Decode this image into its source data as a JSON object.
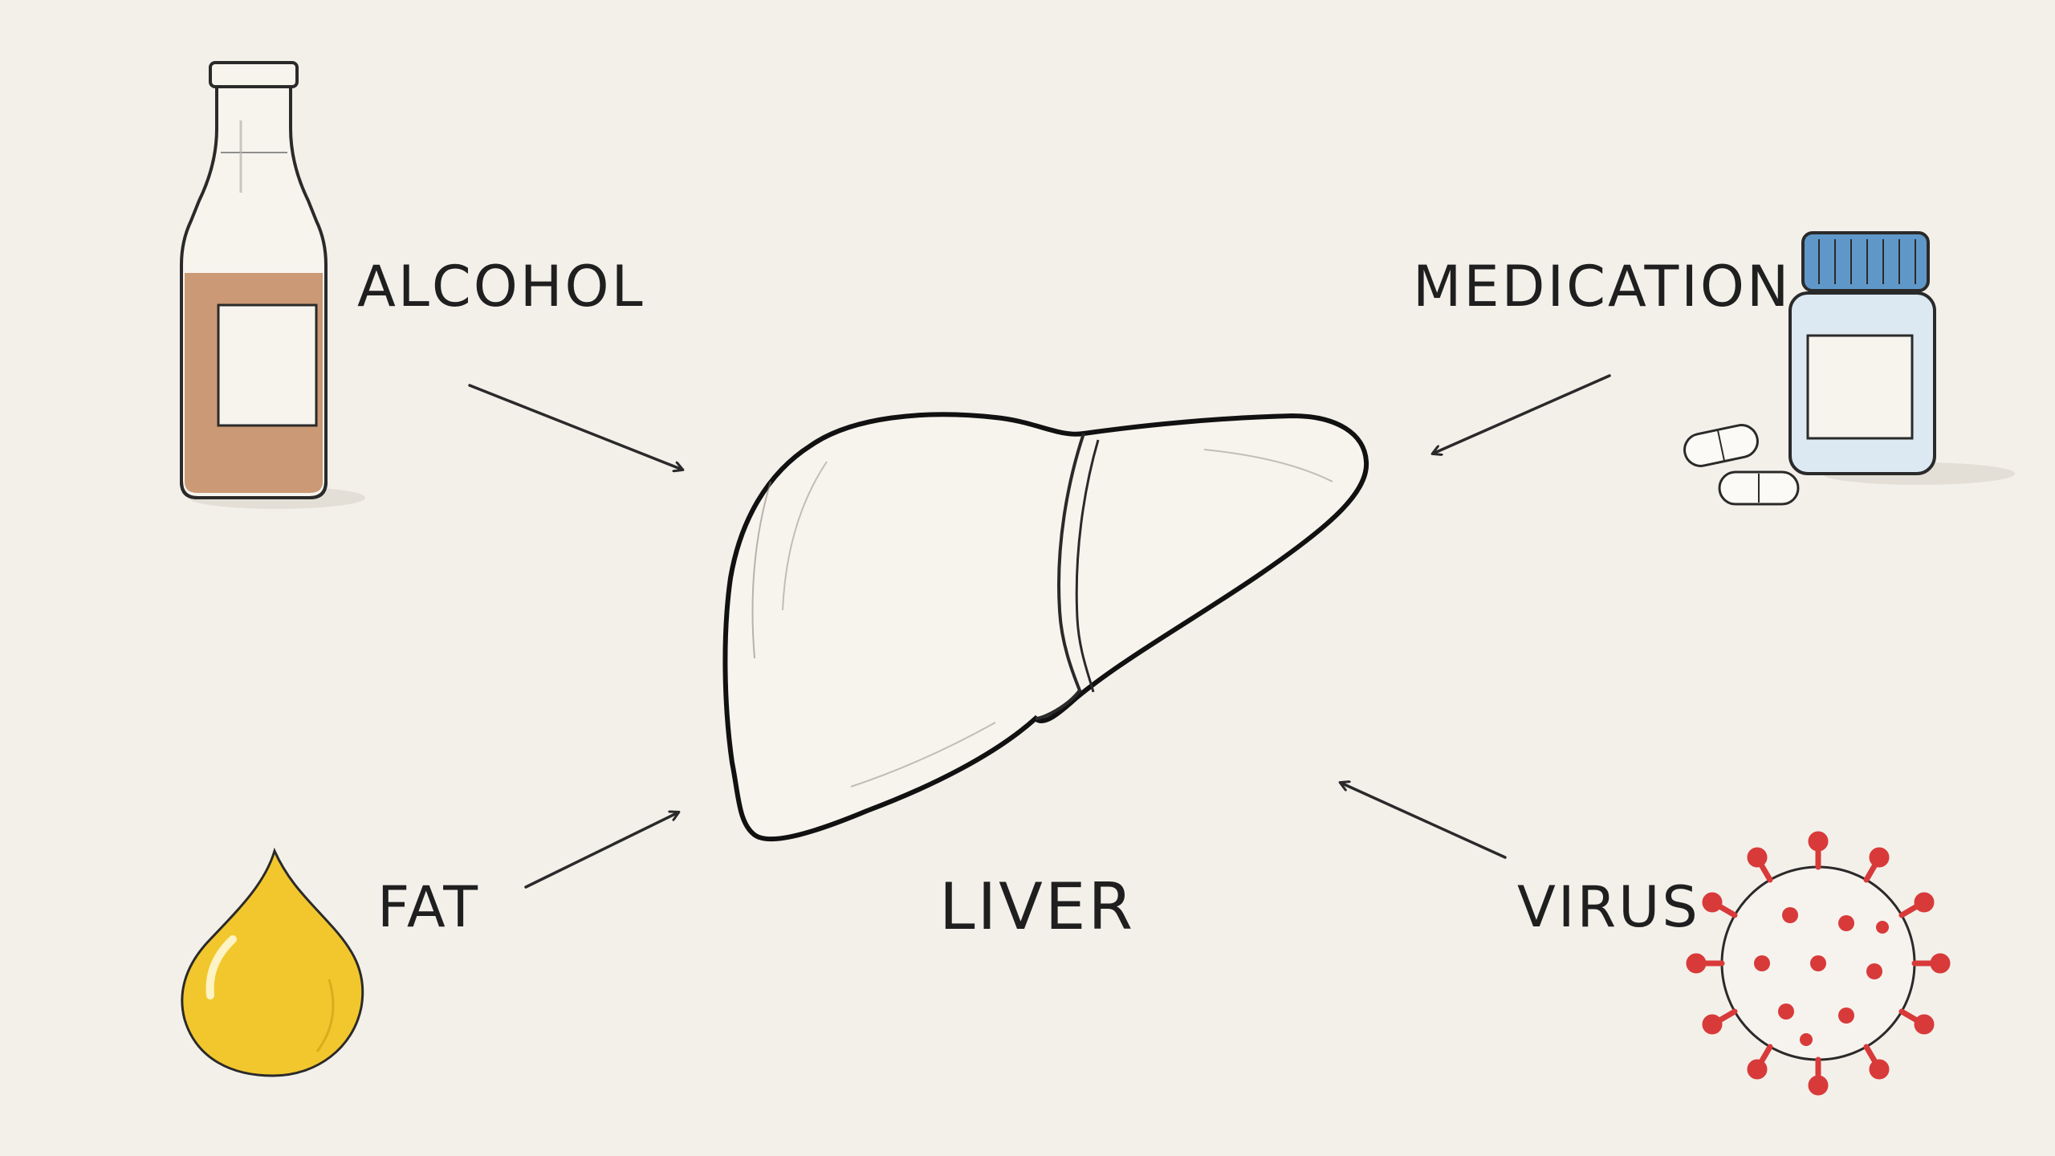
{
  "diagram": {
    "center": {
      "label": "LIVER",
      "icon": "liver-icon"
    },
    "factors": [
      {
        "id": "alcohol",
        "label": "ALCOHOL",
        "icon": "beer-bottle-icon"
      },
      {
        "id": "medication",
        "label": "MEDICATION",
        "icon": "pill-bottle-icon"
      },
      {
        "id": "fat",
        "label": "FAT",
        "icon": "oil-drop-icon"
      },
      {
        "id": "virus",
        "label": "VIRUS",
        "icon": "virus-icon"
      }
    ],
    "colors": {
      "background": "#f3f0ea",
      "ink": "#1f1f1f",
      "alcohol_liquid": "#c58f68",
      "bottle_cap": "#5f98c8",
      "pill_bottle": "#dce9f3",
      "fat_drop": "#f2c72d",
      "virus_red": "#d83a3a"
    }
  }
}
